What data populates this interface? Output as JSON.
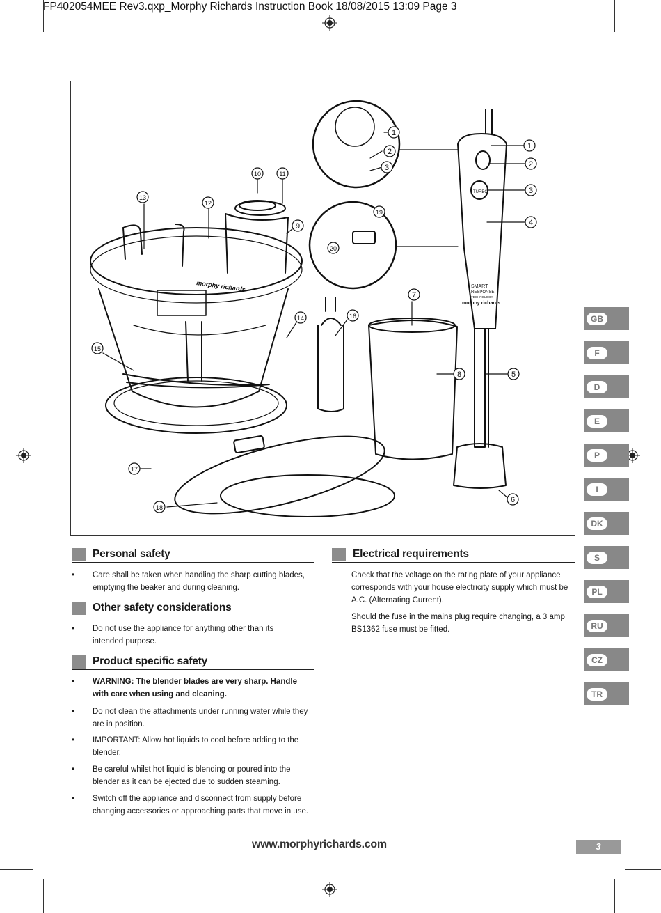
{
  "header": {
    "slug": "FP402054MEE Rev3.qxp_Morphy Richards Instruction Book  18/08/2015  13:09  Page 3"
  },
  "diagram": {
    "callouts": [
      "1",
      "2",
      "3",
      "4",
      "5",
      "6",
      "7",
      "8",
      "9",
      "10",
      "11",
      "12",
      "13",
      "14",
      "15",
      "16",
      "17",
      "18",
      "19",
      "20"
    ],
    "handle_brand": "morphy richards",
    "handle_badge": [
      "SMART",
      "RESPONSE",
      "TECHNOLOGY"
    ],
    "turbo_label": "TURBO",
    "bowl_brand": "morphy richards"
  },
  "sections": {
    "personal_safety": {
      "title": "Personal safety",
      "bullets": [
        "Care shall be taken when handling the sharp cutting blades, emptying the beaker and during cleaning."
      ]
    },
    "other_safety": {
      "title": "Other safety considerations",
      "bullets": [
        "Do not use the appliance for anything other than its intended purpose."
      ]
    },
    "product_safety": {
      "title": "Product specific safety",
      "bullets": [
        "WARNING: The blender blades are very sharp. Handle with care when using and cleaning.",
        "Do not clean the attachments under running water while they are in position.",
        "IMPORTANT: Allow hot liquids to cool before adding to the blender.",
        "Be careful whilst hot liquid is blending or poured into the blender as it can be ejected due to sudden steaming.",
        "Switch off the appliance and disconnect from supply before changing accessories or approaching parts that move in use."
      ]
    },
    "electrical": {
      "title": "Electrical requirements",
      "paragraphs": [
        "Check that the voltage on the rating plate of your appliance corresponds with your house electricity supply which must be A.C. (Alternating Current).",
        "Should the fuse in the mains plug require changing, a 3 amp BS1362 fuse must be fitted."
      ]
    }
  },
  "languages": [
    "GB",
    "F",
    "D",
    "E",
    "P",
    "I",
    "DK",
    "S",
    "PL",
    "RU",
    "CZ",
    "TR"
  ],
  "footer": {
    "url": "www.morphyrichards.com",
    "page": "3"
  }
}
